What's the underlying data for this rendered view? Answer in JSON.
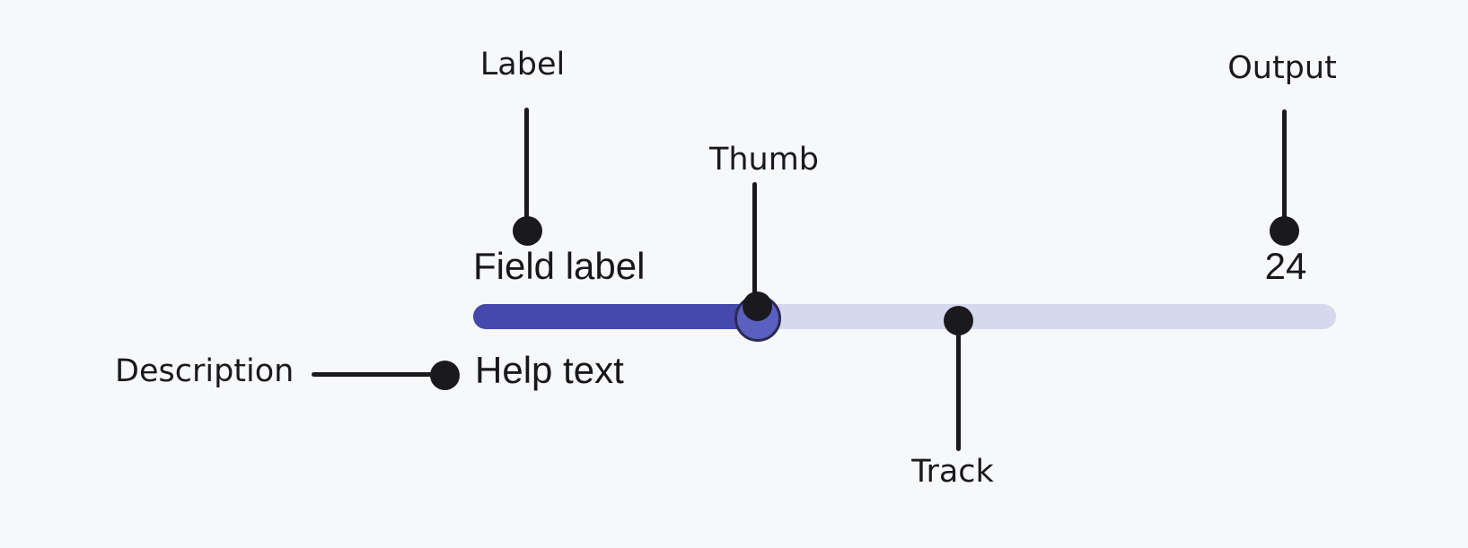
{
  "colors": {
    "background": "#F7F8FB",
    "text": "#18181B",
    "annotation": "#1A1A1E",
    "track_filled": "#4549AC",
    "track_unfilled": "#D6D8EC",
    "thumb_fill": "#5A60C0",
    "thumb_border": "#2A2A55"
  },
  "slider": {
    "field_label": "Field label",
    "help_text": "Help text",
    "output_value": "24",
    "value_percent": 33
  },
  "annotations": {
    "label": "Label",
    "thumb": "Thumb",
    "output": "Output",
    "description": "Description",
    "track": "Track"
  }
}
